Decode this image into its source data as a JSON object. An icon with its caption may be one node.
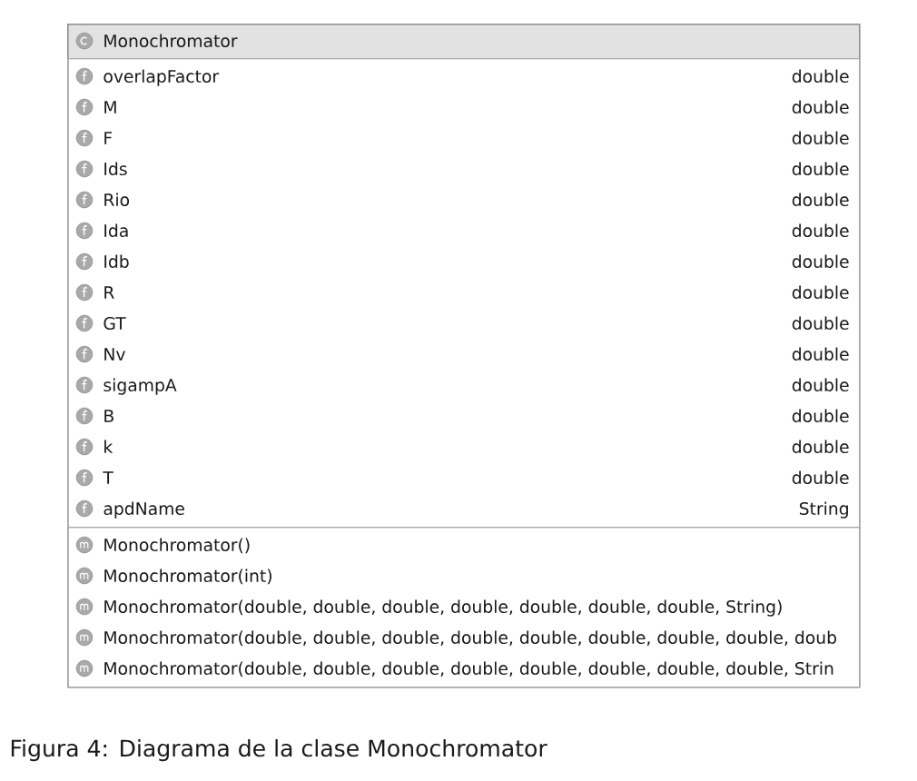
{
  "diagram": {
    "caption": "Figura 4: Diagrama de la clase Monochromator",
    "nodes": [
      {
        "text": [
          "Monochromator"
        ]
      },
      {
        "text": [
          "overlapFactor",
          "double",
          "M",
          "double",
          "F",
          "double",
          "Ids",
          "double",
          "Rio",
          "double",
          "Ida",
          "double",
          "Idb",
          "double",
          "R",
          "double",
          "GT",
          "double",
          "Nv",
          "double",
          "sigampA",
          "double",
          "B",
          "double",
          "k",
          "double",
          "T",
          "double",
          "apdName",
          "String"
        ],
        "in": 0
      },
      {
        "text": [
          "Monochromator()",
          "Monochromator(int)",
          "Monochromator(double, double, double, double, double, double, double, String)",
          "Monochromator(double, double, double, double, double, double, double, double, doub",
          "Monochromator(double, double, double, double, double, double, double, double, Strin"
        ],
        "in": 0
      }
    ]
  }
}
